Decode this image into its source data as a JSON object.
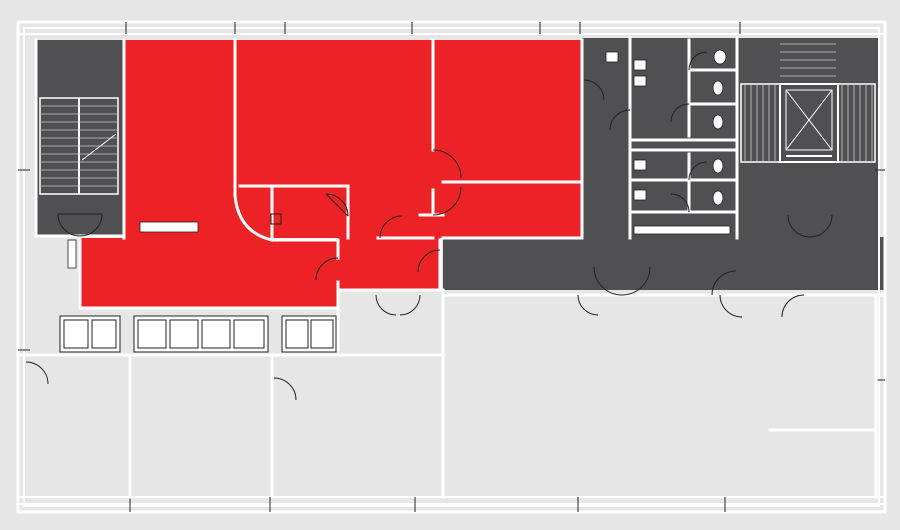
{
  "plan": {
    "colors": {
      "background": "#e6e6e6",
      "highlight": "#ed2227",
      "core": "#505052",
      "wall": "#ffffff",
      "line": "#222222"
    },
    "zones": [
      {
        "id": "highlighted-space",
        "color": "#ed2227"
      },
      {
        "id": "building-core",
        "color": "#505052"
      },
      {
        "id": "unassigned-space",
        "color": "#e6e6e6"
      }
    ],
    "icons": [
      "stair-icon",
      "elevator-icon",
      "toilet-icon",
      "sink-icon",
      "door-swing-icon"
    ]
  }
}
